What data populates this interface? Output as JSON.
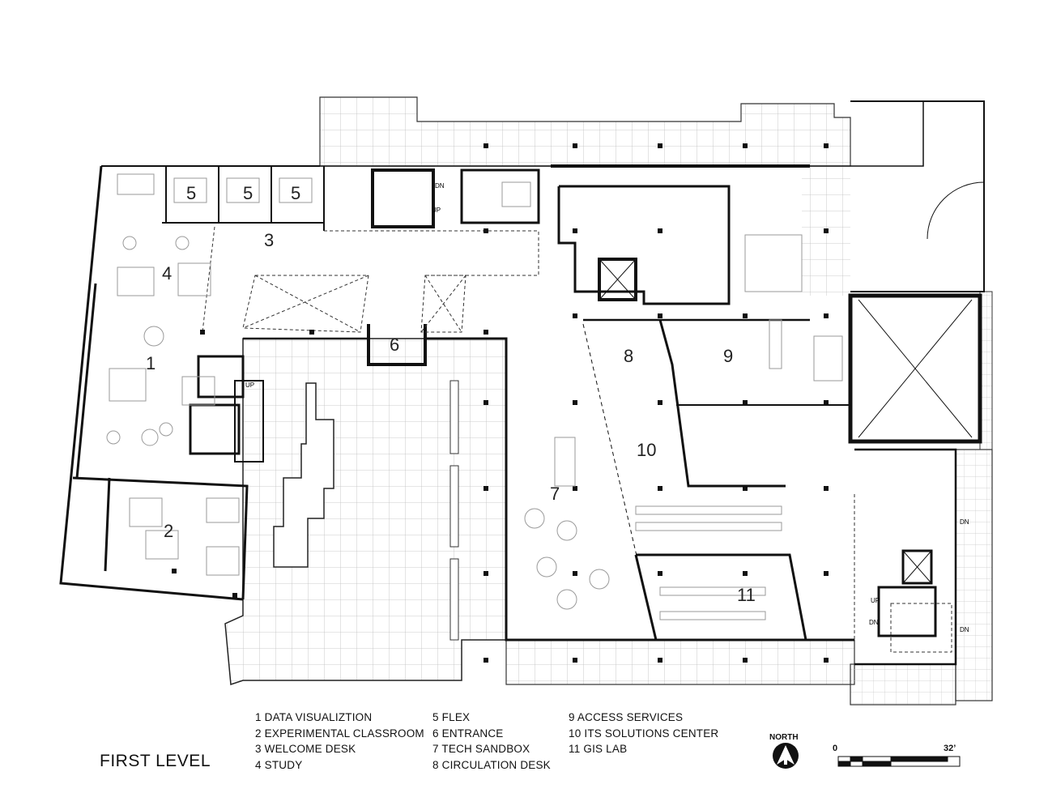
{
  "title": "FIRST LEVEL",
  "north_label": "NORTH",
  "scale": {
    "start": "0",
    "end": "32’"
  },
  "stair_labels": {
    "up": "UP",
    "down": "DN"
  },
  "rooms": [
    {
      "num": "1"
    },
    {
      "num": "2"
    },
    {
      "num": "3"
    },
    {
      "num": "4"
    },
    {
      "num": "5"
    },
    {
      "num": "6"
    },
    {
      "num": "7"
    },
    {
      "num": "8"
    },
    {
      "num": "9"
    },
    {
      "num": "10"
    },
    {
      "num": "11"
    }
  ],
  "legend": [
    [
      "1  DATA VISUALIZTION",
      "2  EXPERIMENTAL CLASSROOM",
      "3  WELCOME DESK",
      "4  STUDY"
    ],
    [
      "5  FLEX",
      "6  ENTRANCE",
      "7  TECH SANDBOX",
      "8  CIRCULATION DESK"
    ],
    [
      "9    ACCESS SERVICES",
      "10 ITS SOLUTIONS CENTER",
      "11 GIS LAB"
    ]
  ]
}
